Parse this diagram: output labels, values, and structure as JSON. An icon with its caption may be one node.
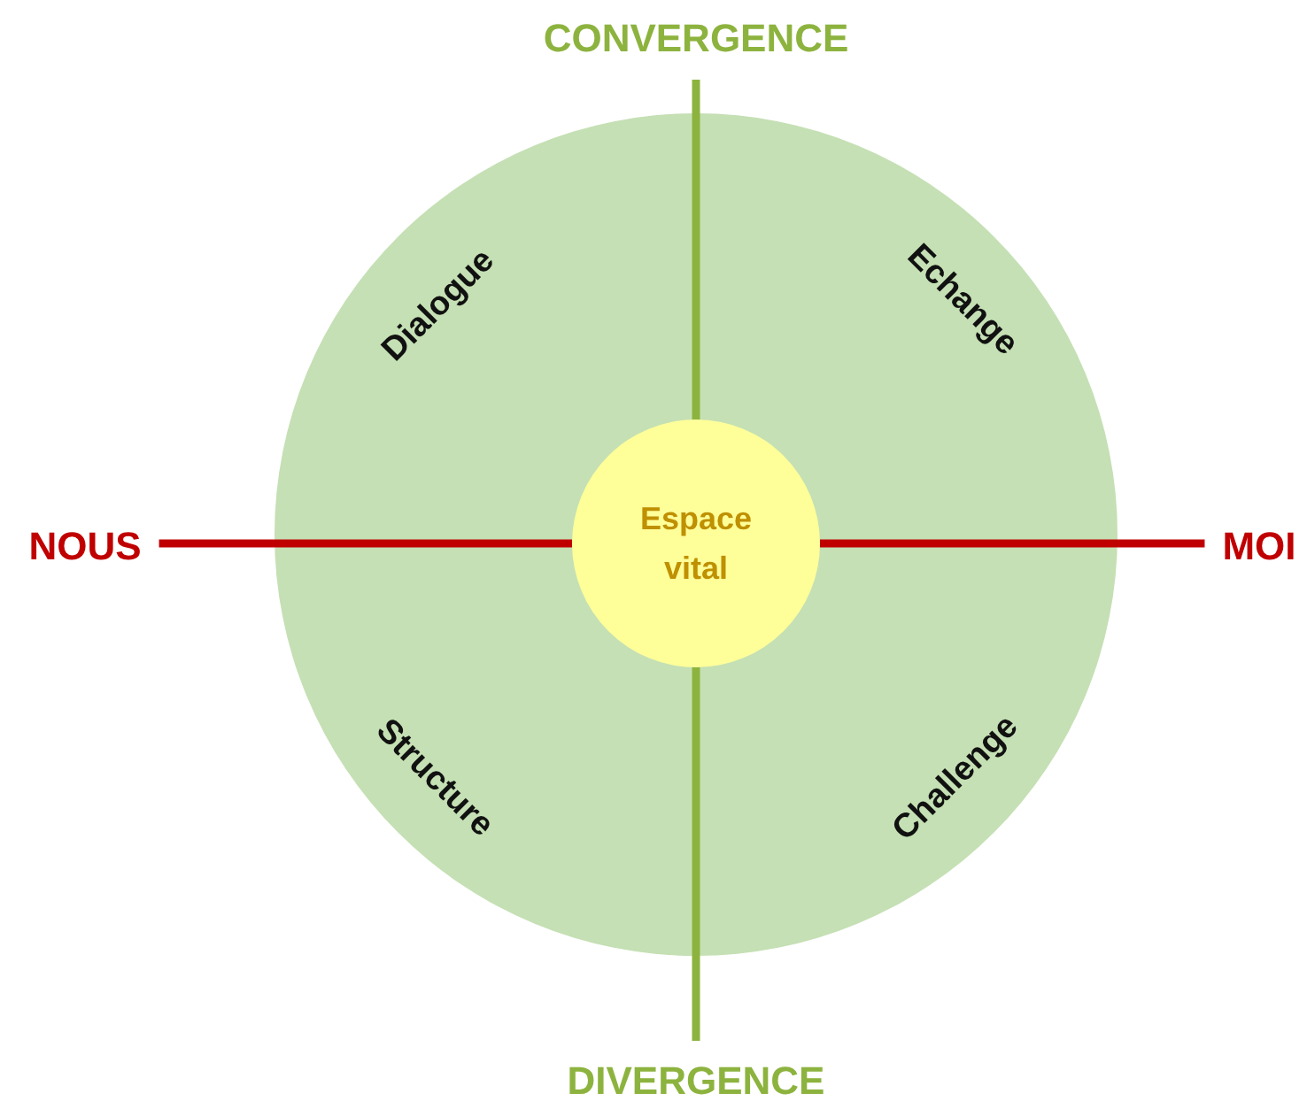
{
  "diagram": {
    "nodes": [
      {
        "text": [
          "Dialogue",
          "Echange",
          "Structure",
          "Challenge"
        ]
      },
      {
        "text": [
          "Espace vital"
        ],
        "in": 0
      },
      {
        "text": [
          "CONVERGENCE"
        ]
      },
      {
        "text": [
          "DIVERGENCE"
        ]
      },
      {
        "text": [
          "NOUS"
        ]
      },
      {
        "text": [
          "MOI"
        ]
      }
    ],
    "edges": [
      {
        "from": 2,
        "to": 1,
        "arrow": "none",
        "color": "#8db33f"
      },
      {
        "from": 1,
        "to": 3,
        "arrow": "none",
        "color": "#8db33f"
      },
      {
        "from": 4,
        "to": 1,
        "arrow": "none",
        "color": "#c00000"
      },
      {
        "from": 1,
        "to": 5,
        "arrow": "none",
        "color": "#c00000"
      }
    ]
  }
}
